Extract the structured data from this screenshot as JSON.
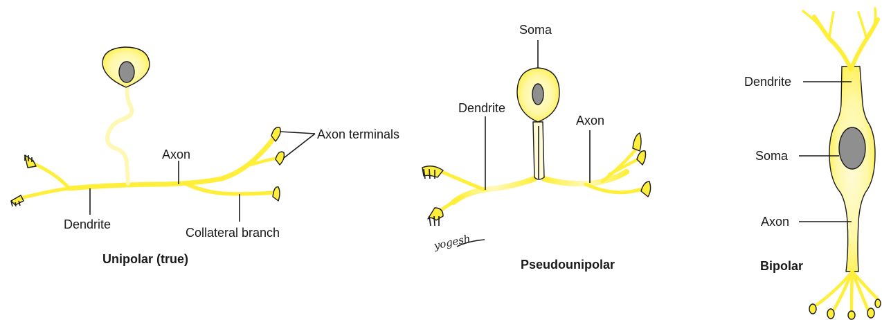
{
  "colors": {
    "cytoplasm": "#fff23f",
    "cytoplasm_light": "#fffbd6",
    "nucleus": "#8f8f8f",
    "outline": "#1a1a1a"
  },
  "unipolar": {
    "title": "Unipolar (true)",
    "labels": {
      "axon": "Axon",
      "axon_terminals": "Axon terminals",
      "dendrite": "Dendrite",
      "collateral_branch": "Collateral branch"
    }
  },
  "pseudounipolar": {
    "title": "Pseudounipolar",
    "labels": {
      "soma": "Soma",
      "dendrite": "Dendrite",
      "axon": "Axon"
    },
    "signature": "yogesh"
  },
  "bipolar": {
    "title": "Bipolar",
    "labels": {
      "dendrite": "Dendrite",
      "soma": "Soma",
      "axon": "Axon"
    }
  }
}
